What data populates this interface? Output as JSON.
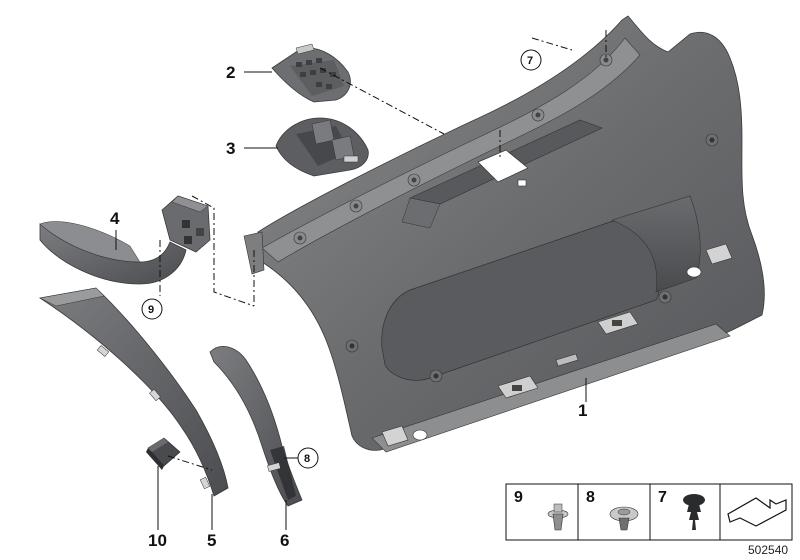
{
  "callouts": {
    "p1": "1",
    "p2": "2",
    "p3": "3",
    "p4": "4",
    "p5": "5",
    "p6": "6",
    "p7": "7",
    "p8": "8",
    "p9": "9",
    "p10": "10"
  },
  "legend": {
    "items": [
      {
        "num": "9"
      },
      {
        "num": "8"
      },
      {
        "num": "7"
      }
    ]
  },
  "diagram_number": "502540",
  "colors": {
    "panel_dark": "#5f6062",
    "panel_mid": "#6e6f71",
    "panel_light": "#8a8b8d",
    "line": "#111111"
  }
}
